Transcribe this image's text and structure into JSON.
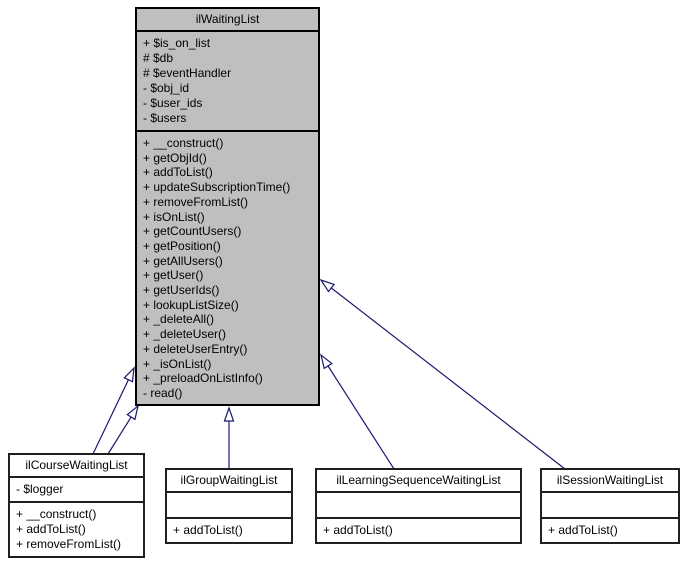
{
  "diagram": {
    "type": "uml-class-inheritance-diagram",
    "background_color": "#ffffff",
    "edge_color": "#191970",
    "base_class_fill": "#bfbfbf",
    "derived_class_fill": "#ffffff",
    "classes": [
      {
        "name": "ilWaitingList",
        "role": "base",
        "attributes": [
          "+ $is_on_list",
          "# $db",
          "# $eventHandler",
          "- $obj_id",
          "- $user_ids",
          "- $users"
        ],
        "methods": [
          "+ __construct()",
          "+ getObjId()",
          "+ addToList()",
          "+ updateSubscriptionTime()",
          "+ removeFromList()",
          "+ isOnList()",
          "+ getCountUsers()",
          "+ getPosition()",
          "+ getAllUsers()",
          "+ getUser()",
          "+ getUserIds()",
          "+ lookupListSize()",
          "+ _deleteAll()",
          "+ _deleteUser()",
          "+ deleteUserEntry()",
          "+ _isOnList()",
          "+ _preloadOnListInfo()",
          "- read()"
        ]
      },
      {
        "name": "ilCourseWaitingList",
        "role": "derived",
        "attributes": [
          "- $logger"
        ],
        "methods": [
          "+ __construct()",
          "+ addToList()",
          "+ removeFromList()"
        ]
      },
      {
        "name": "ilGroupWaitingList",
        "role": "derived",
        "attributes": [],
        "methods": [
          "+ addToList()"
        ]
      },
      {
        "name": "ilLearningSequenceWaitingList",
        "role": "derived",
        "attributes": [],
        "methods": [
          "+ addToList()"
        ]
      },
      {
        "name": "ilSessionWaitingList",
        "role": "derived",
        "attributes": [],
        "methods": [
          "+ addToList()"
        ]
      }
    ],
    "relationships": [
      {
        "from": "ilCourseWaitingList",
        "to": "ilWaitingList",
        "type": "inheritance"
      },
      {
        "from": "ilCourseWaitingList",
        "to": "ilWaitingList",
        "type": "inheritance"
      },
      {
        "from": "ilGroupWaitingList",
        "to": "ilWaitingList",
        "type": "inheritance"
      },
      {
        "from": "ilLearningSequenceWaitingList",
        "to": "ilWaitingList",
        "type": "inheritance"
      },
      {
        "from": "ilSessionWaitingList",
        "to": "ilWaitingList",
        "type": "inheritance"
      }
    ]
  }
}
